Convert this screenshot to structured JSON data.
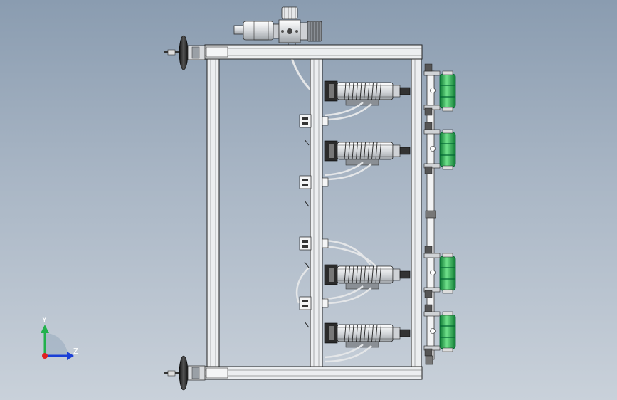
{
  "colors": {
    "frame_fill": "#e8eaec",
    "frame_stroke": "#2a2a2a",
    "roller_green": "#1fa34a",
    "roller_green_light": "#6fe08a",
    "axis_y": "#22b14c",
    "axis_z": "#1a3fd6",
    "axis_x": "#e02020",
    "cable": "#d9dcdf"
  },
  "triad": {
    "y_label": "Y",
    "z_label": "Z"
  },
  "cylinder_units": [
    {
      "id": "cyl-1",
      "position": 1
    },
    {
      "id": "cyl-2",
      "position": 2
    },
    {
      "id": "cyl-3",
      "position": 3
    },
    {
      "id": "cyl-4",
      "position": 4
    }
  ],
  "rollers": [
    {
      "id": "roller-1"
    },
    {
      "id": "roller-2"
    },
    {
      "id": "roller-3"
    },
    {
      "id": "roller-4"
    }
  ],
  "icons": {
    "handwheel": "handwheel-icon",
    "motor": "motor-icon",
    "triad": "axis-triad-icon"
  }
}
